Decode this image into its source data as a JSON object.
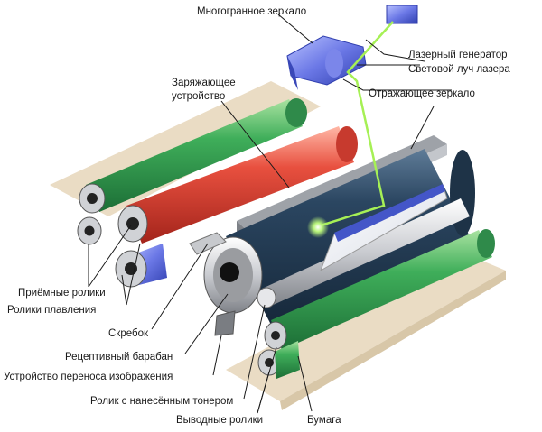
{
  "labels": {
    "polygon_mirror": "Многогранное зеркало",
    "laser_generator": "Лазерный генератор",
    "laser_beam": "Световой луч лазера",
    "charging_device_1": "Заряжающее",
    "charging_device_2": "устройство",
    "reflecting_mirror": "Отражающее зеркало",
    "receiving_rollers": "Приёмные ролики",
    "fusing_rollers": "Ролики плавления",
    "scraper": "Скребок",
    "receptive_drum": "Рецептивный барабан",
    "transfer_device": "Устройство переноса изображения",
    "toner_roller": "Ролик с нанесённым тонером",
    "output_rollers": "Выводные ролики",
    "paper": "Бумага"
  },
  "colors": {
    "paper": "#e9d9bf",
    "green_roller": "#2f9a55",
    "red_roller": "#e04a3c",
    "drum": "#2a4560",
    "mirror": "#5566cc",
    "laser": "#9ae64a"
  }
}
